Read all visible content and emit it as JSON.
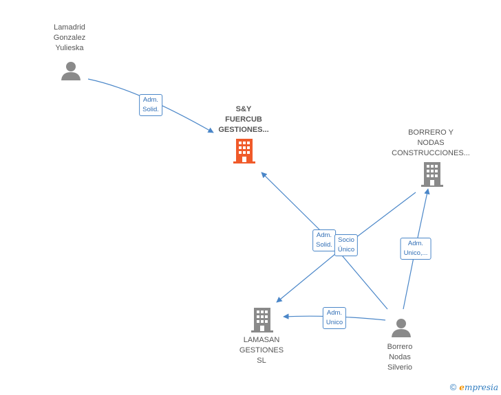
{
  "nodes": {
    "lamadrid": [
      "Lamadrid",
      "Gonzalez",
      "Yulieska"
    ],
    "sy": [
      "S&Y",
      "FUERCUB",
      "GESTIONES..."
    ],
    "borrero_nodas_const": [
      "BORRERO Y",
      "NODAS",
      "CONSTRUCCIONES..."
    ],
    "lamasan": [
      "LAMASAN",
      "GESTIONES",
      "SL"
    ],
    "borrero_silverio": [
      "Borrero",
      "Nodas",
      "Silverio"
    ]
  },
  "relations": {
    "adm_solid_1": [
      "Adm.",
      "Solid."
    ],
    "adm_solid_2": [
      "Adm.",
      "Solid."
    ],
    "socio_unico": [
      "Socio",
      "Único"
    ],
    "adm_unico_1": [
      "Adm.",
      "Unico,..."
    ],
    "adm_unico_2": [
      "Adm.",
      "Unico"
    ]
  },
  "footer": {
    "copyright": "©",
    "brand_first": "e",
    "brand_rest": "mpresia"
  },
  "colors": {
    "edge": "#4a86c8",
    "focus_company": "#f05a2a",
    "entity": "#8a8a8a"
  }
}
